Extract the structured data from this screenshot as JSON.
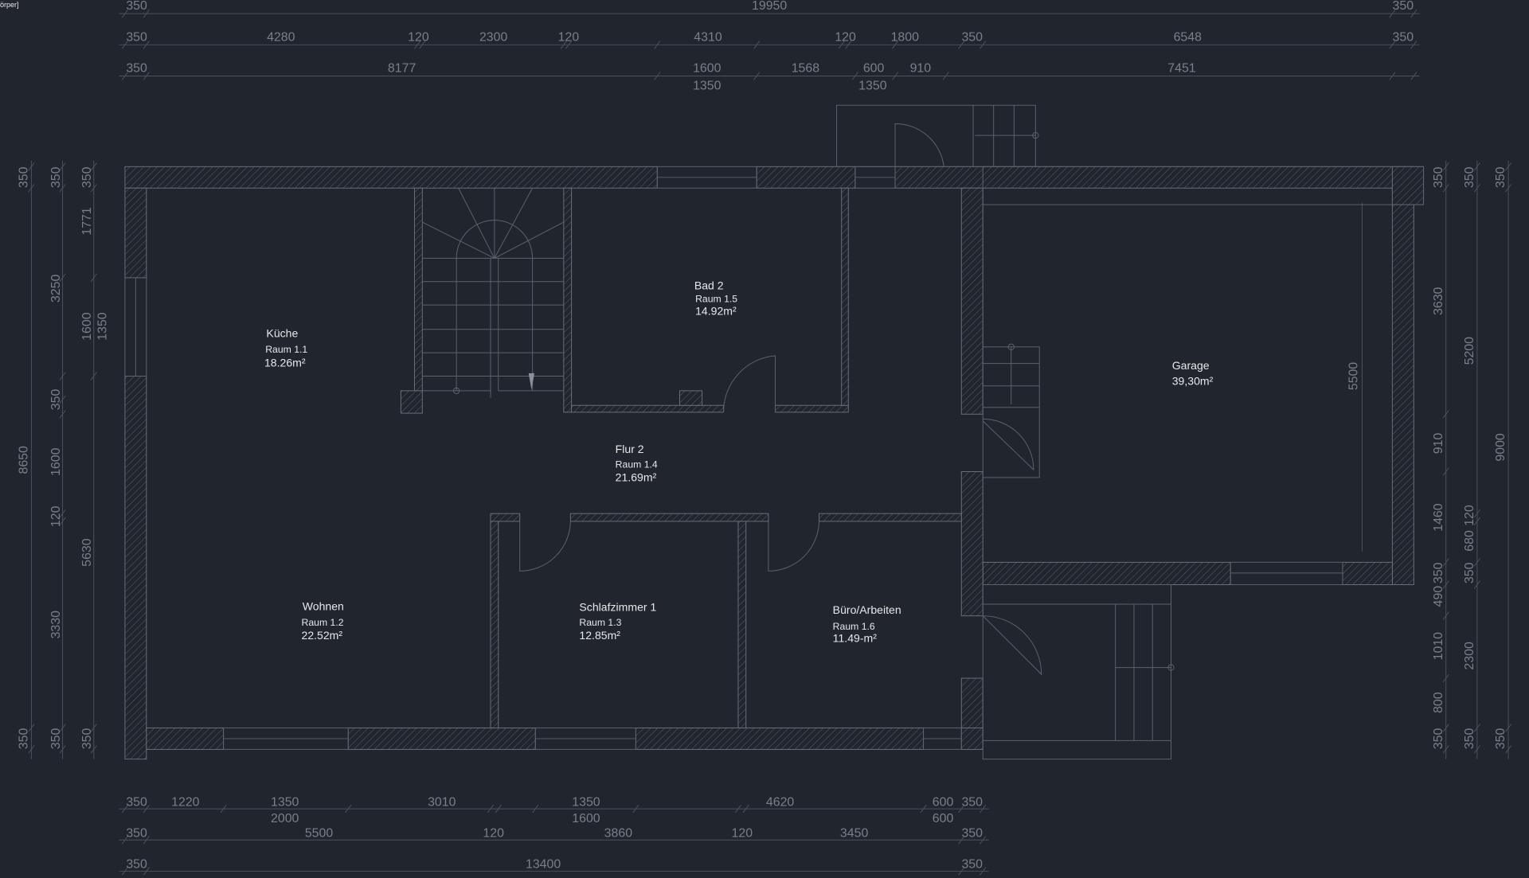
{
  "window": {
    "title_fragment": "örper]"
  },
  "colors": {
    "background": "#21252e",
    "lines": "#5d626b",
    "dimension_text": "#7a7f88",
    "room_text": "#e6e8ea"
  },
  "rooms": [
    {
      "name": "Küche",
      "number": "Raum 1.1",
      "area": "18.26m²"
    },
    {
      "name": "Bad 2",
      "number": "Raum 1.5",
      "area": "14.92m²"
    },
    {
      "name": "Garage",
      "number": "",
      "area": "39,30m²"
    },
    {
      "name": "Flur 2",
      "number": "Raum 1.4",
      "area": "21.69m²"
    },
    {
      "name": "Wohnen",
      "number": "Raum 1.2",
      "area": "22.52m²"
    },
    {
      "name": "Schlafzimmer 1",
      "number": "Raum 1.3",
      "area": "12.85m²"
    },
    {
      "name": "Büro/Arbeiten",
      "number": "Raum 1.6",
      "area": "11.49-m²"
    }
  ],
  "dimensions": {
    "top1": [
      "350",
      "19950",
      "350"
    ],
    "top2": [
      "350",
      "4280",
      "120",
      "2300",
      "120",
      "4310",
      "120",
      "1800",
      "350",
      "6548",
      "350"
    ],
    "top3": [
      "350",
      "8177",
      "1600",
      "1568",
      "600",
      "910",
      "7451",
      "1350",
      "1350"
    ],
    "bottom1": [
      "350",
      "1220",
      "1350",
      "3010",
      "1350",
      "4620",
      "600",
      "350",
      "2000",
      "1600",
      "600"
    ],
    "bottom2": [
      "350",
      "5500",
      "120",
      "3860",
      "120",
      "3450",
      "350"
    ],
    "bottom3": [
      "350",
      "13400",
      "350"
    ],
    "left1": [
      "350",
      "8650",
      "350"
    ],
    "left2": [
      "350",
      "3250",
      "350",
      "1600",
      "120",
      "3330",
      "350"
    ],
    "left3": [
      "350",
      "1771",
      "1600",
      "5630",
      "350",
      "1350"
    ],
    "right1": [
      "350",
      "3630",
      "910",
      "1460",
      "350",
      "490",
      "1010",
      "800",
      "350"
    ],
    "right2": [
      "350",
      "5200",
      "120",
      "680",
      "350",
      "2300",
      "350"
    ],
    "right3": [
      "350",
      "9000",
      "350"
    ],
    "garage_inner": [
      "5500"
    ]
  }
}
